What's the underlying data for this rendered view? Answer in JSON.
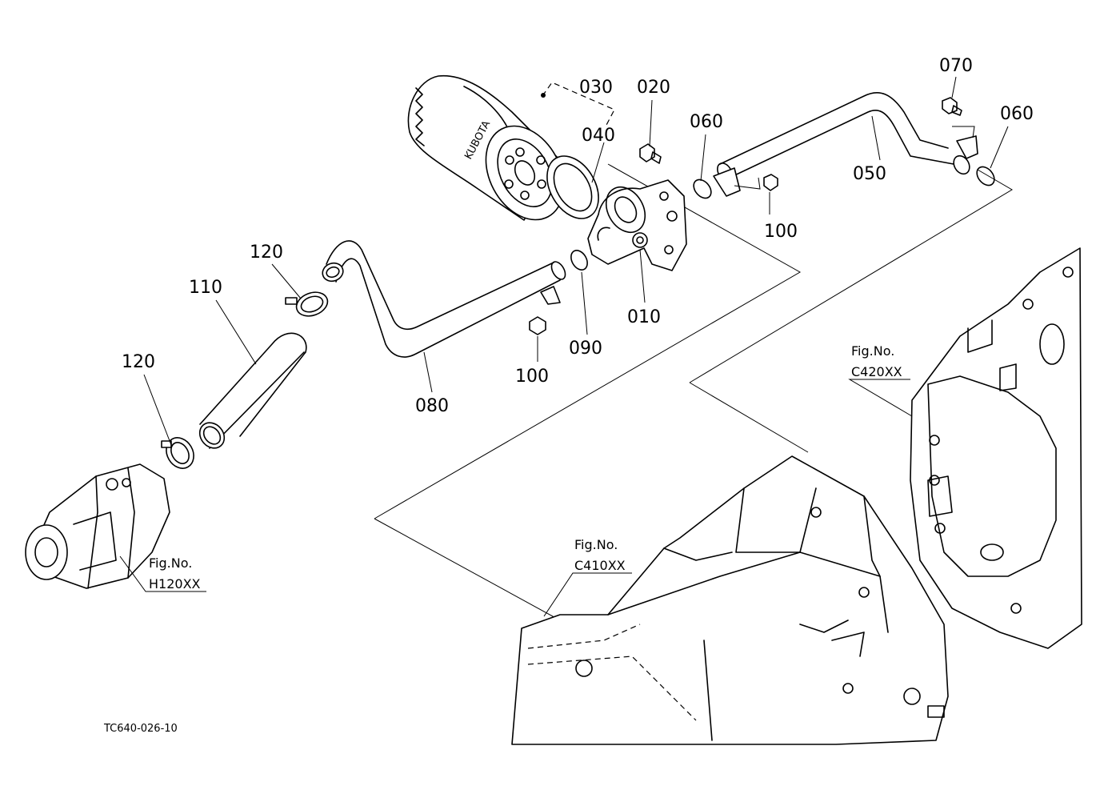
{
  "parts": {
    "p010": "010",
    "p020": "020",
    "p030": "030",
    "p040": "040",
    "p050": "050",
    "p060_left": "060",
    "p060_right": "060",
    "p070": "070",
    "p080": "080",
    "p090": "090",
    "p100_top": "100",
    "p100_bottom": "100",
    "p110": "110",
    "p120_top": "120",
    "p120_bottom": "120"
  },
  "figure_refs": {
    "hydraulic_pump": {
      "line1": "Fig.No.",
      "line2": "H120XX"
    },
    "transmission_case": {
      "line1": "Fig.No.",
      "line2": "C410XX"
    },
    "center_case": {
      "line1": "Fig.No.",
      "line2": "C420XX"
    }
  },
  "filter_brand_text": "KUBOTA",
  "drawing_code": "TC640-026-10"
}
